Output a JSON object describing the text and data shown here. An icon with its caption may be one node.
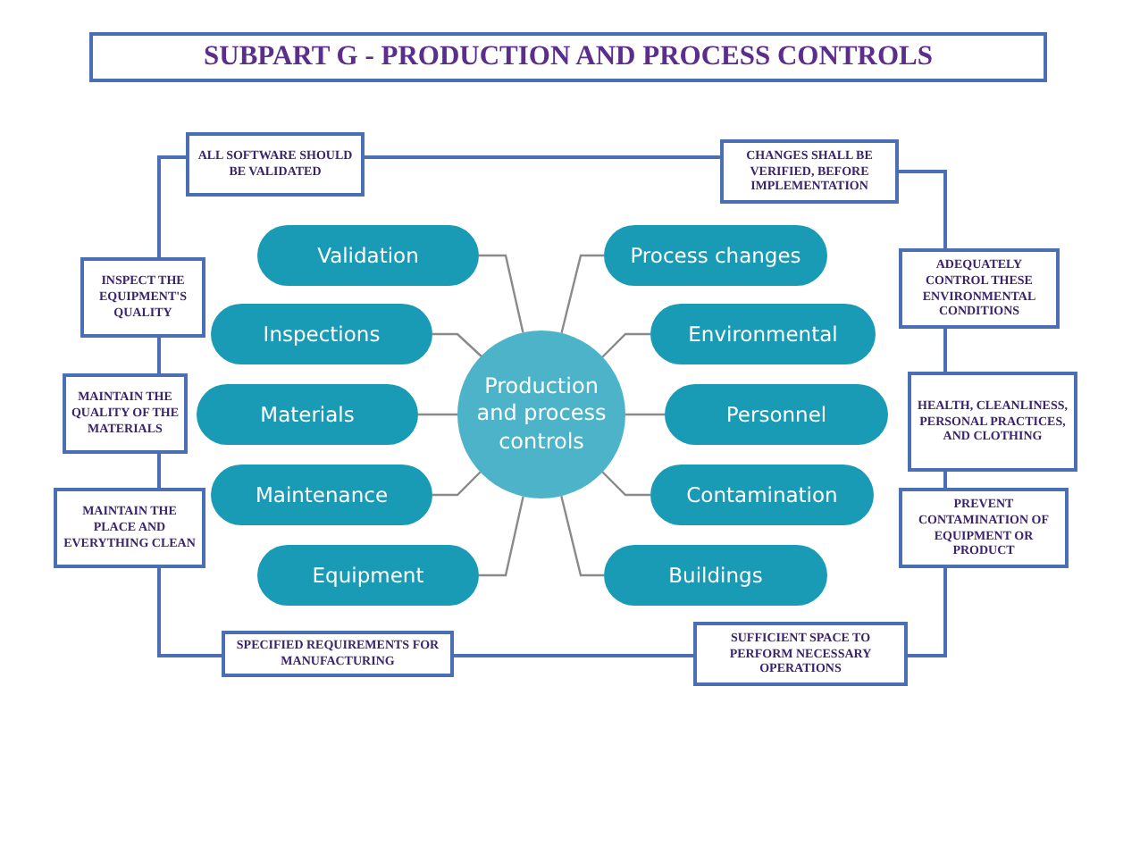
{
  "diagram": {
    "title": "SUBPART G - PRODUCTION AND PROCESS CONTROLS",
    "nodes": [
      {
        "text": [
          "Production and process controls"
        ]
      },
      {
        "text": [
          "Validation"
        ]
      },
      {
        "text": [
          "Inspections"
        ]
      },
      {
        "text": [
          "Materials"
        ]
      },
      {
        "text": [
          "Maintenance"
        ]
      },
      {
        "text": [
          "Equipment"
        ]
      },
      {
        "text": [
          "Process changes"
        ]
      },
      {
        "text": [
          "Environmental"
        ]
      },
      {
        "text": [
          "Personnel"
        ]
      },
      {
        "text": [
          "Contamination"
        ]
      },
      {
        "text": [
          "Buildings"
        ]
      },
      {
        "text": [
          "ALL SOFTWARE SHOULD BE VALIDATED"
        ]
      },
      {
        "text": [
          "CHANGES SHALL BE VERIFIED, BEFORE IMPLEMENTATION"
        ]
      },
      {
        "text": [
          "INSPECT THE EQUIPMENT'S QUALITY"
        ]
      },
      {
        "text": [
          "ADEQUATELY CONTROL THESE ENVIRONMENTAL CONDITIONS"
        ]
      },
      {
        "text": [
          "MAINTAIN THE QUALITY OF THE MATERIALS"
        ]
      },
      {
        "text": [
          "HEALTH, CLEANLINESS, PERSONAL PRACTICES, AND CLOTHING"
        ]
      },
      {
        "text": [
          "MAINTAIN THE PLACE AND EVERYTHING CLEAN"
        ]
      },
      {
        "text": [
          "PREVENT CONTAMINATION OF EQUIPMENT OR PRODUCT"
        ]
      },
      {
        "text": [
          "SPECIFIED REQUIREMENTS FOR MANUFACTURING"
        ]
      },
      {
        "text": [
          "SUFFICIENT SPACE TO PERFORM NECESSARY OPERATIONS"
        ]
      }
    ],
    "edges": [
      {
        "from": 1,
        "to": 0,
        "arrow": "none"
      },
      {
        "from": 2,
        "to": 0,
        "arrow": "none"
      },
      {
        "from": 3,
        "to": 0,
        "arrow": "none"
      },
      {
        "from": 4,
        "to": 0,
        "arrow": "none"
      },
      {
        "from": 5,
        "to": 0,
        "arrow": "none"
      },
      {
        "from": 6,
        "to": 0,
        "arrow": "none"
      },
      {
        "from": 7,
        "to": 0,
        "arrow": "none"
      },
      {
        "from": 8,
        "to": 0,
        "arrow": "none"
      },
      {
        "from": 9,
        "to": 0,
        "arrow": "none"
      },
      {
        "from": 10,
        "to": 0,
        "arrow": "none"
      },
      {
        "from": 11,
        "to": 12,
        "arrow": "none",
        "color": "#4a6fb5"
      },
      {
        "from": 12,
        "to": 14,
        "arrow": "none",
        "color": "#4a6fb5"
      },
      {
        "from": 14,
        "to": 16,
        "arrow": "none",
        "color": "#4a6fb5"
      },
      {
        "from": 16,
        "to": 18,
        "arrow": "none",
        "color": "#4a6fb5"
      },
      {
        "from": 18,
        "to": 20,
        "arrow": "none",
        "color": "#4a6fb5"
      },
      {
        "from": 20,
        "to": 19,
        "arrow": "none",
        "color": "#4a6fb5"
      },
      {
        "from": 19,
        "to": 17,
        "arrow": "none",
        "color": "#4a6fb5"
      },
      {
        "from": 17,
        "to": 15,
        "arrow": "none",
        "color": "#4a6fb5"
      },
      {
        "from": 15,
        "to": 13,
        "arrow": "none",
        "color": "#4a6fb5"
      },
      {
        "from": 13,
        "to": 11,
        "arrow": "none",
        "color": "#4a6fb5"
      }
    ]
  }
}
